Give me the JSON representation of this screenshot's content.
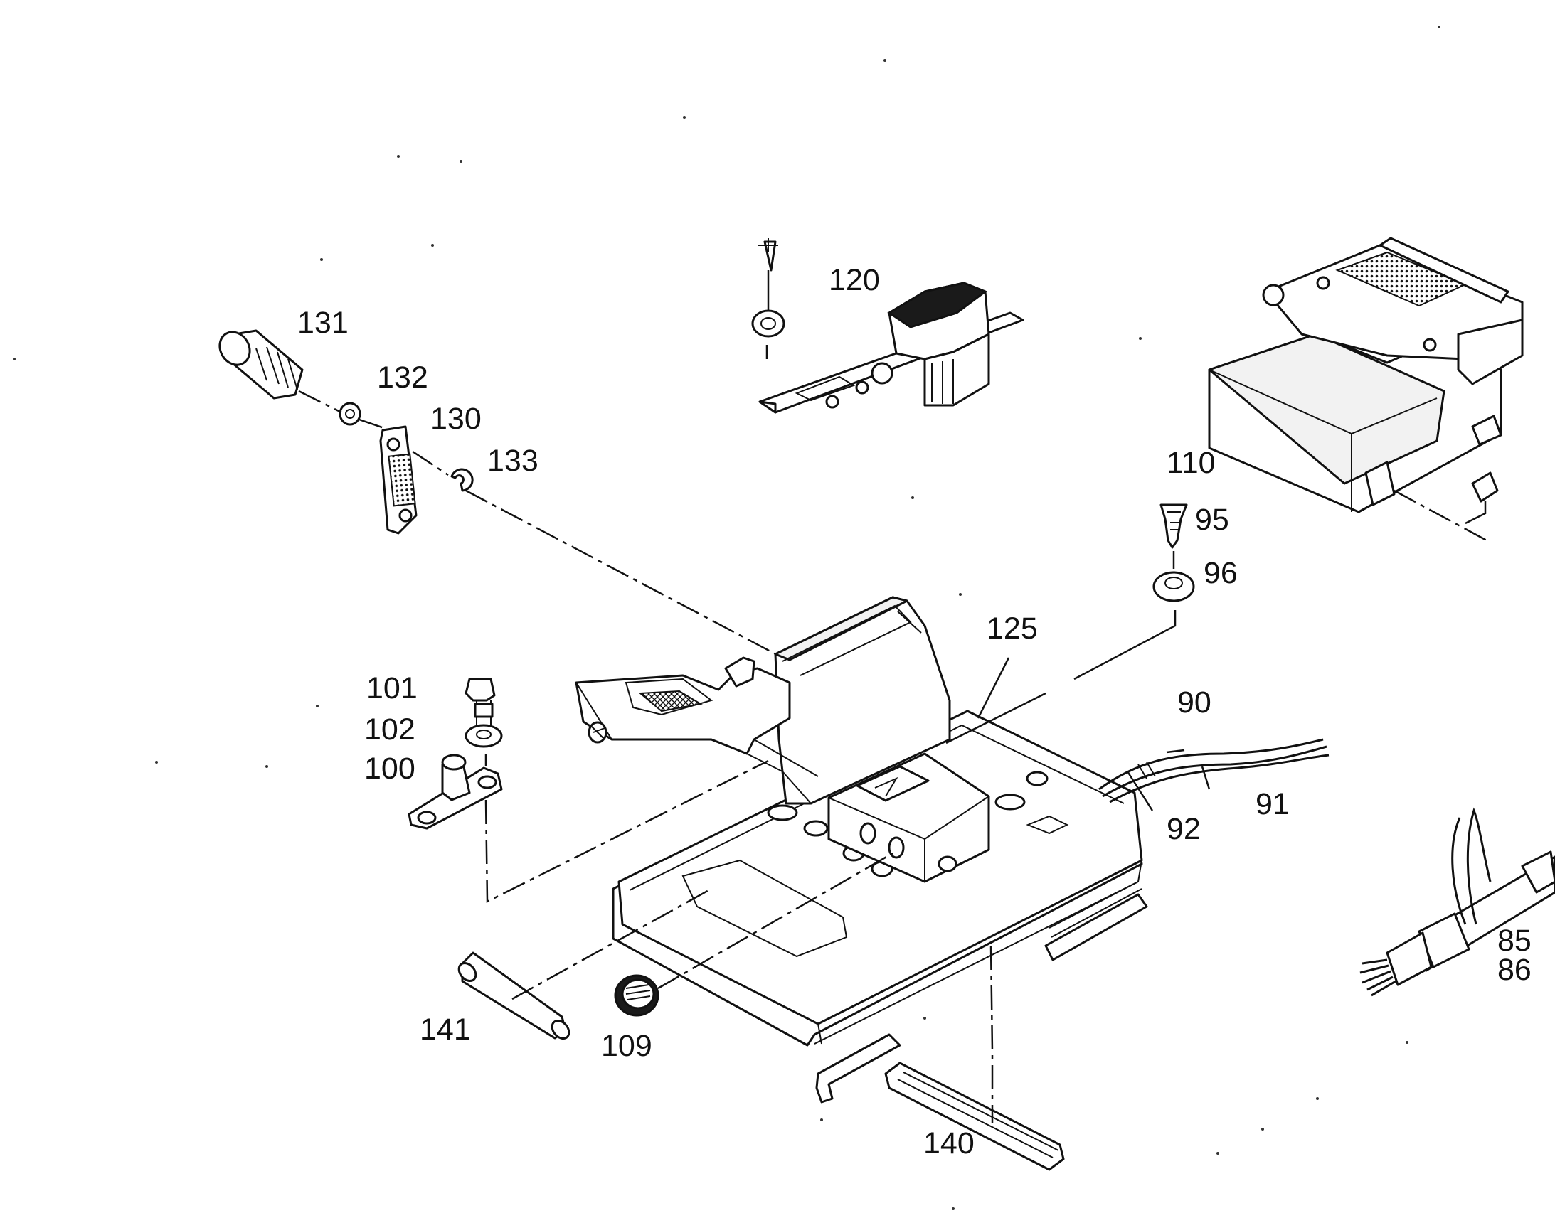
{
  "diagram": {
    "labels": {
      "p85": "85",
      "p86": "86",
      "p90": "90",
      "p91": "91",
      "p92": "92",
      "p95": "95",
      "p96": "96",
      "p100": "100",
      "p101": "101",
      "p102": "102",
      "p109": "109",
      "p110": "110",
      "p120": "120",
      "p125": "125",
      "p130": "130",
      "p131": "131",
      "p132": "132",
      "p133": "133",
      "p140": "140",
      "p141": "141"
    },
    "colors": {
      "ink": "#111111",
      "paper": "#ffffff"
    }
  }
}
